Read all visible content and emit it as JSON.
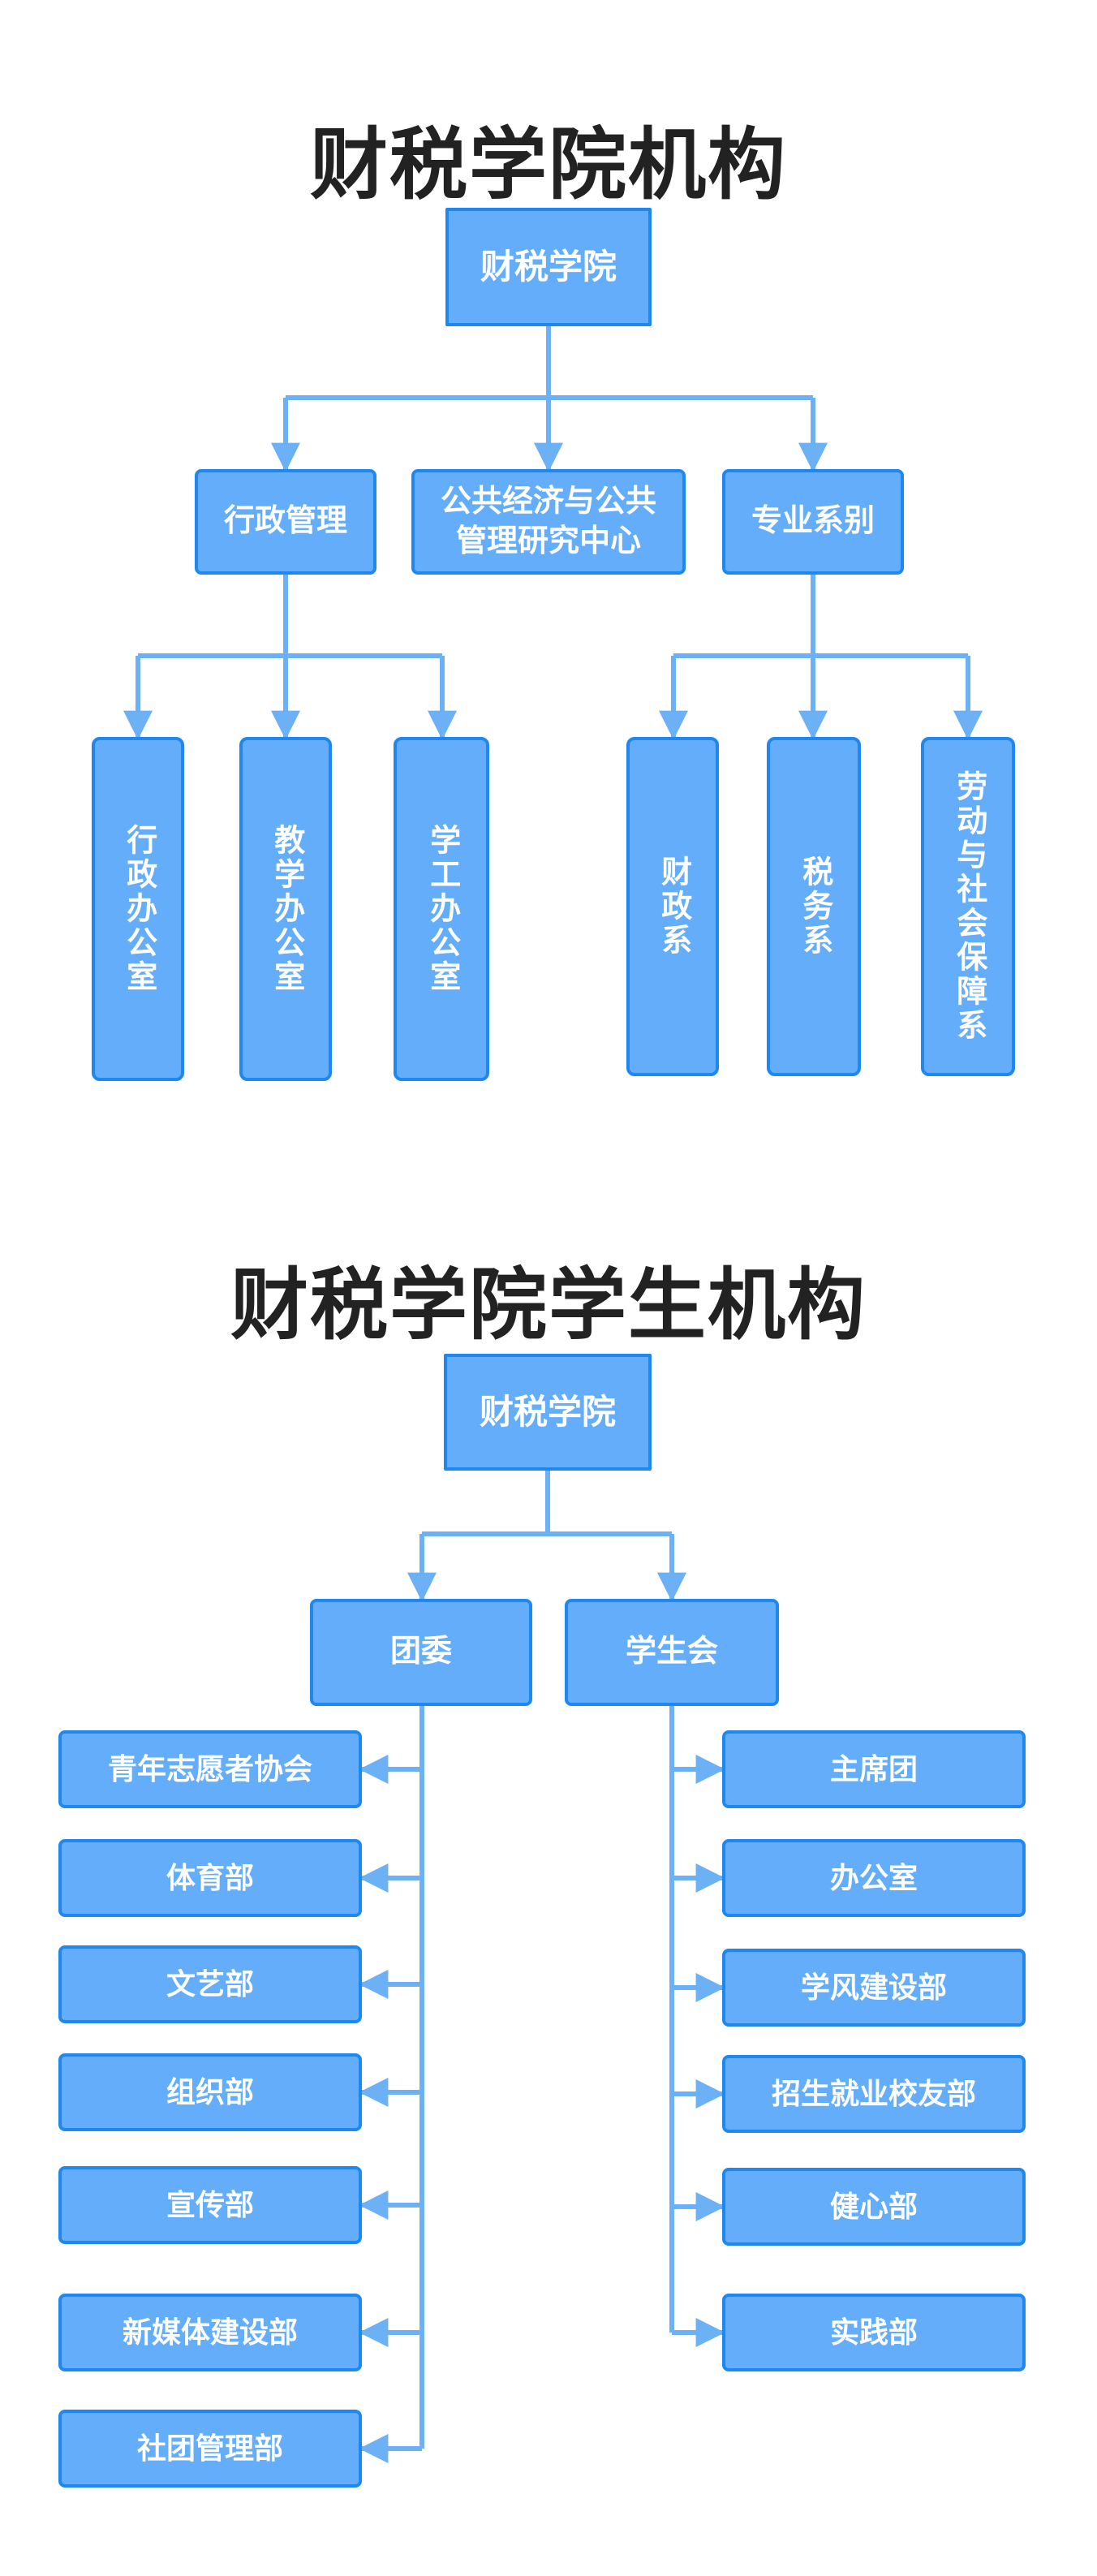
{
  "section1": {
    "title": "财税学院机构",
    "root": "财税学院",
    "level2": [
      "行政管理",
      "公共经济与公共管理研究中心",
      "专业系别"
    ],
    "admin_offices": [
      "行政办公室",
      "教学办公室",
      "学工办公室"
    ],
    "departments": [
      "财政系",
      "税务系",
      "劳动与社会保障系"
    ]
  },
  "section2": {
    "title": "财税学院学生机构",
    "root": "财税学院",
    "level2": [
      "团委",
      "学生会"
    ],
    "youth_league": [
      "青年志愿者协会",
      "体育部",
      "文艺部",
      "组织部",
      "宣传部",
      "新媒体建设部",
      "社团管理部"
    ],
    "student_union": [
      "主席团",
      "办公室",
      "学风建设部",
      "招生就业校友部",
      "健心部",
      "实践部"
    ]
  },
  "colors": {
    "box_fill": "#64adfb",
    "box_border": "#1e88f0",
    "connector": "#6cb0f5",
    "title": "#222222"
  }
}
